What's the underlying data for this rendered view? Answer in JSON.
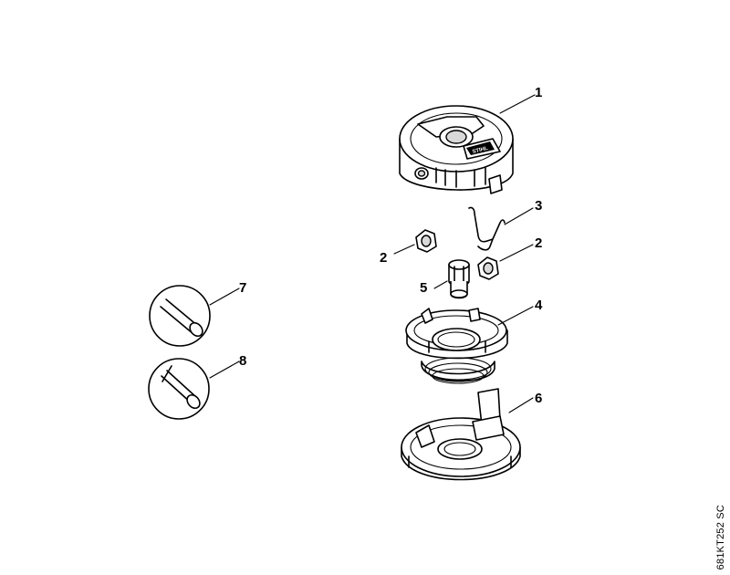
{
  "diagram": {
    "callouts": {
      "c1": "1",
      "c2a": "2",
      "c2b": "2",
      "c3": "3",
      "c4": "4",
      "c5": "5",
      "c6": "6",
      "c7": "7",
      "c8": "8"
    },
    "drawing_code": "681KT252 SC",
    "brand_mark": "STIHL"
  },
  "colors": {
    "line": "#000000",
    "background": "#ffffff"
  }
}
